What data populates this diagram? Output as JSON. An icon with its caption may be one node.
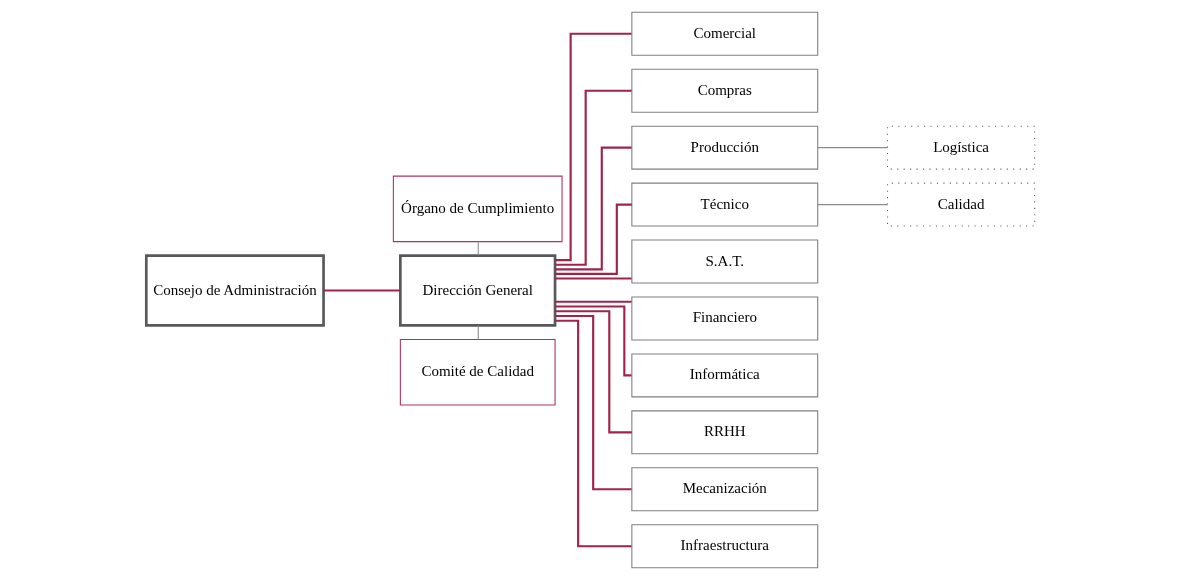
{
  "diagram": {
    "nodes": [
      {
        "text": [
          "Consejo de Administración"
        ]
      },
      {
        "text": [
          "Órgano de Cumplimiento"
        ]
      },
      {
        "text": [
          "Dirección General"
        ]
      },
      {
        "text": [
          "Comité de Calidad"
        ]
      },
      {
        "text": [
          "Comercial"
        ]
      },
      {
        "text": [
          "Compras"
        ]
      },
      {
        "text": [
          "Producción"
        ]
      },
      {
        "text": [
          "Técnico"
        ]
      },
      {
        "text": [
          "S.A.T."
        ]
      },
      {
        "text": [
          "Financiero"
        ]
      },
      {
        "text": [
          "Informática"
        ]
      },
      {
        "text": [
          "RRHH"
        ]
      },
      {
        "text": [
          "Mecanización"
        ]
      },
      {
        "text": [
          "Infraestructura"
        ]
      },
      {
        "text": [
          "Logística"
        ]
      },
      {
        "text": [
          "Calidad"
        ]
      }
    ],
    "edges": [
      {
        "from": 0,
        "to": 2,
        "arrow": "none"
      },
      {
        "from": 1,
        "to": 2,
        "arrow": "none",
        "color": "#8c8c8c"
      },
      {
        "from": 2,
        "to": 3,
        "arrow": "none",
        "color": "#8c8c8c"
      },
      {
        "from": 2,
        "to": 4,
        "arrow": "none"
      },
      {
        "from": 2,
        "to": 5,
        "arrow": "none"
      },
      {
        "from": 2,
        "to": 6,
        "arrow": "none"
      },
      {
        "from": 2,
        "to": 7,
        "arrow": "none"
      },
      {
        "from": 2,
        "to": 8,
        "arrow": "none"
      },
      {
        "from": 2,
        "to": 9,
        "arrow": "none"
      },
      {
        "from": 2,
        "to": 10,
        "arrow": "none"
      },
      {
        "from": 2,
        "to": 11,
        "arrow": "none"
      },
      {
        "from": 2,
        "to": 12,
        "arrow": "none"
      },
      {
        "from": 2,
        "to": 13,
        "arrow": "none"
      },
      {
        "from": 6,
        "to": 14,
        "arrow": "none",
        "color": "#8c8c8c"
      },
      {
        "from": 7,
        "to": 15,
        "arrow": "none",
        "color": "#8c8c8c"
      }
    ]
  }
}
